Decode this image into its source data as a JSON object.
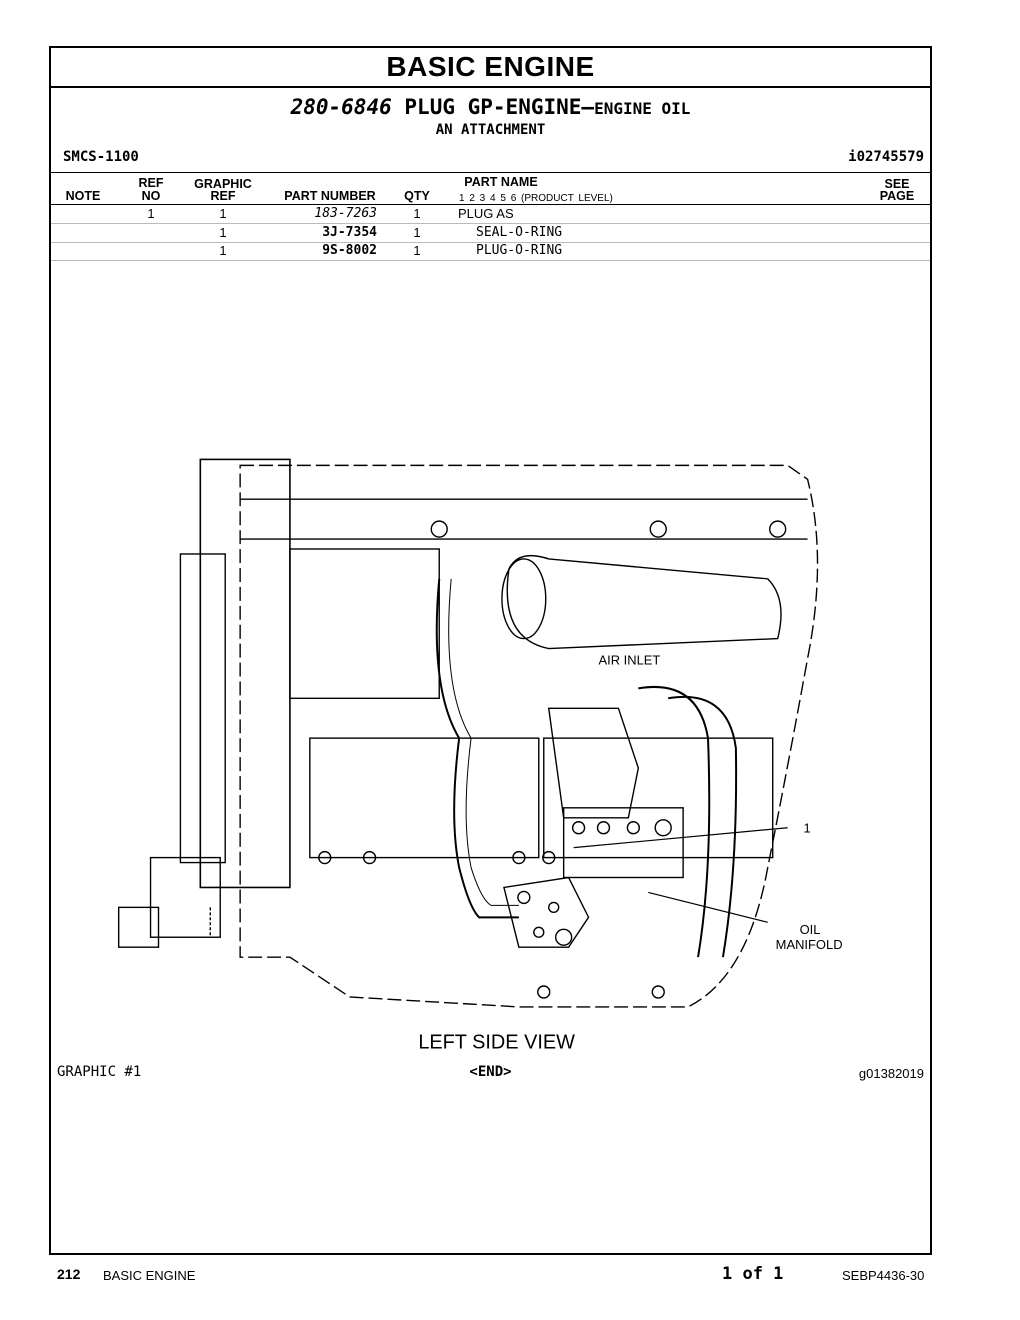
{
  "section_title": "BASIC ENGINE",
  "group": {
    "part_number": "280-6846",
    "name": "PLUG GP-ENGINE",
    "dash": "—",
    "suffix": "ENGINE OIL",
    "attachment": "AN ATTACHMENT",
    "smcs": "SMCS-1100",
    "info_id": "i02745579"
  },
  "table": {
    "headers": {
      "note": "NOTE",
      "ref_top": "REF",
      "ref_bottom": "NO",
      "graphic_top": "GRAPHIC",
      "graphic_bottom": "REF",
      "part_number": "PART NUMBER",
      "qty": "QTY",
      "part_name": "PART NAME",
      "levels": "1   2   3   4   5   6   (PRODUCT LEVEL)",
      "see_top": "SEE",
      "see_bottom": "PAGE"
    },
    "rows": [
      {
        "note": "",
        "ref_no": "1",
        "graphic_ref": "1",
        "part_number": "183-7263",
        "qty": "1",
        "part_name": "PLUG AS"
      },
      {
        "note": "",
        "ref_no": "",
        "graphic_ref": "1",
        "part_number": "3J-7354",
        "qty": "1",
        "part_name": "SEAL-O-RING"
      },
      {
        "note": "",
        "ref_no": "",
        "graphic_ref": "1",
        "part_number": "9S-8002",
        "qty": "1",
        "part_name": "PLUG-O-RING"
      }
    ]
  },
  "illustration": {
    "label_air_inlet": "AIR INLET",
    "callout_1": "1",
    "label_oil_line1": "OIL",
    "label_oil_line2": "MANIFOLD",
    "view_title": "LEFT SIDE VIEW",
    "graphic_label": "GRAPHIC #1",
    "end_marker": "<END>",
    "graphic_id": "g01382019"
  },
  "page_footer": {
    "page_number": "212",
    "section": "BASIC ENGINE",
    "page_of": "1 of 1",
    "doc_id": "SEBP4436-30"
  }
}
